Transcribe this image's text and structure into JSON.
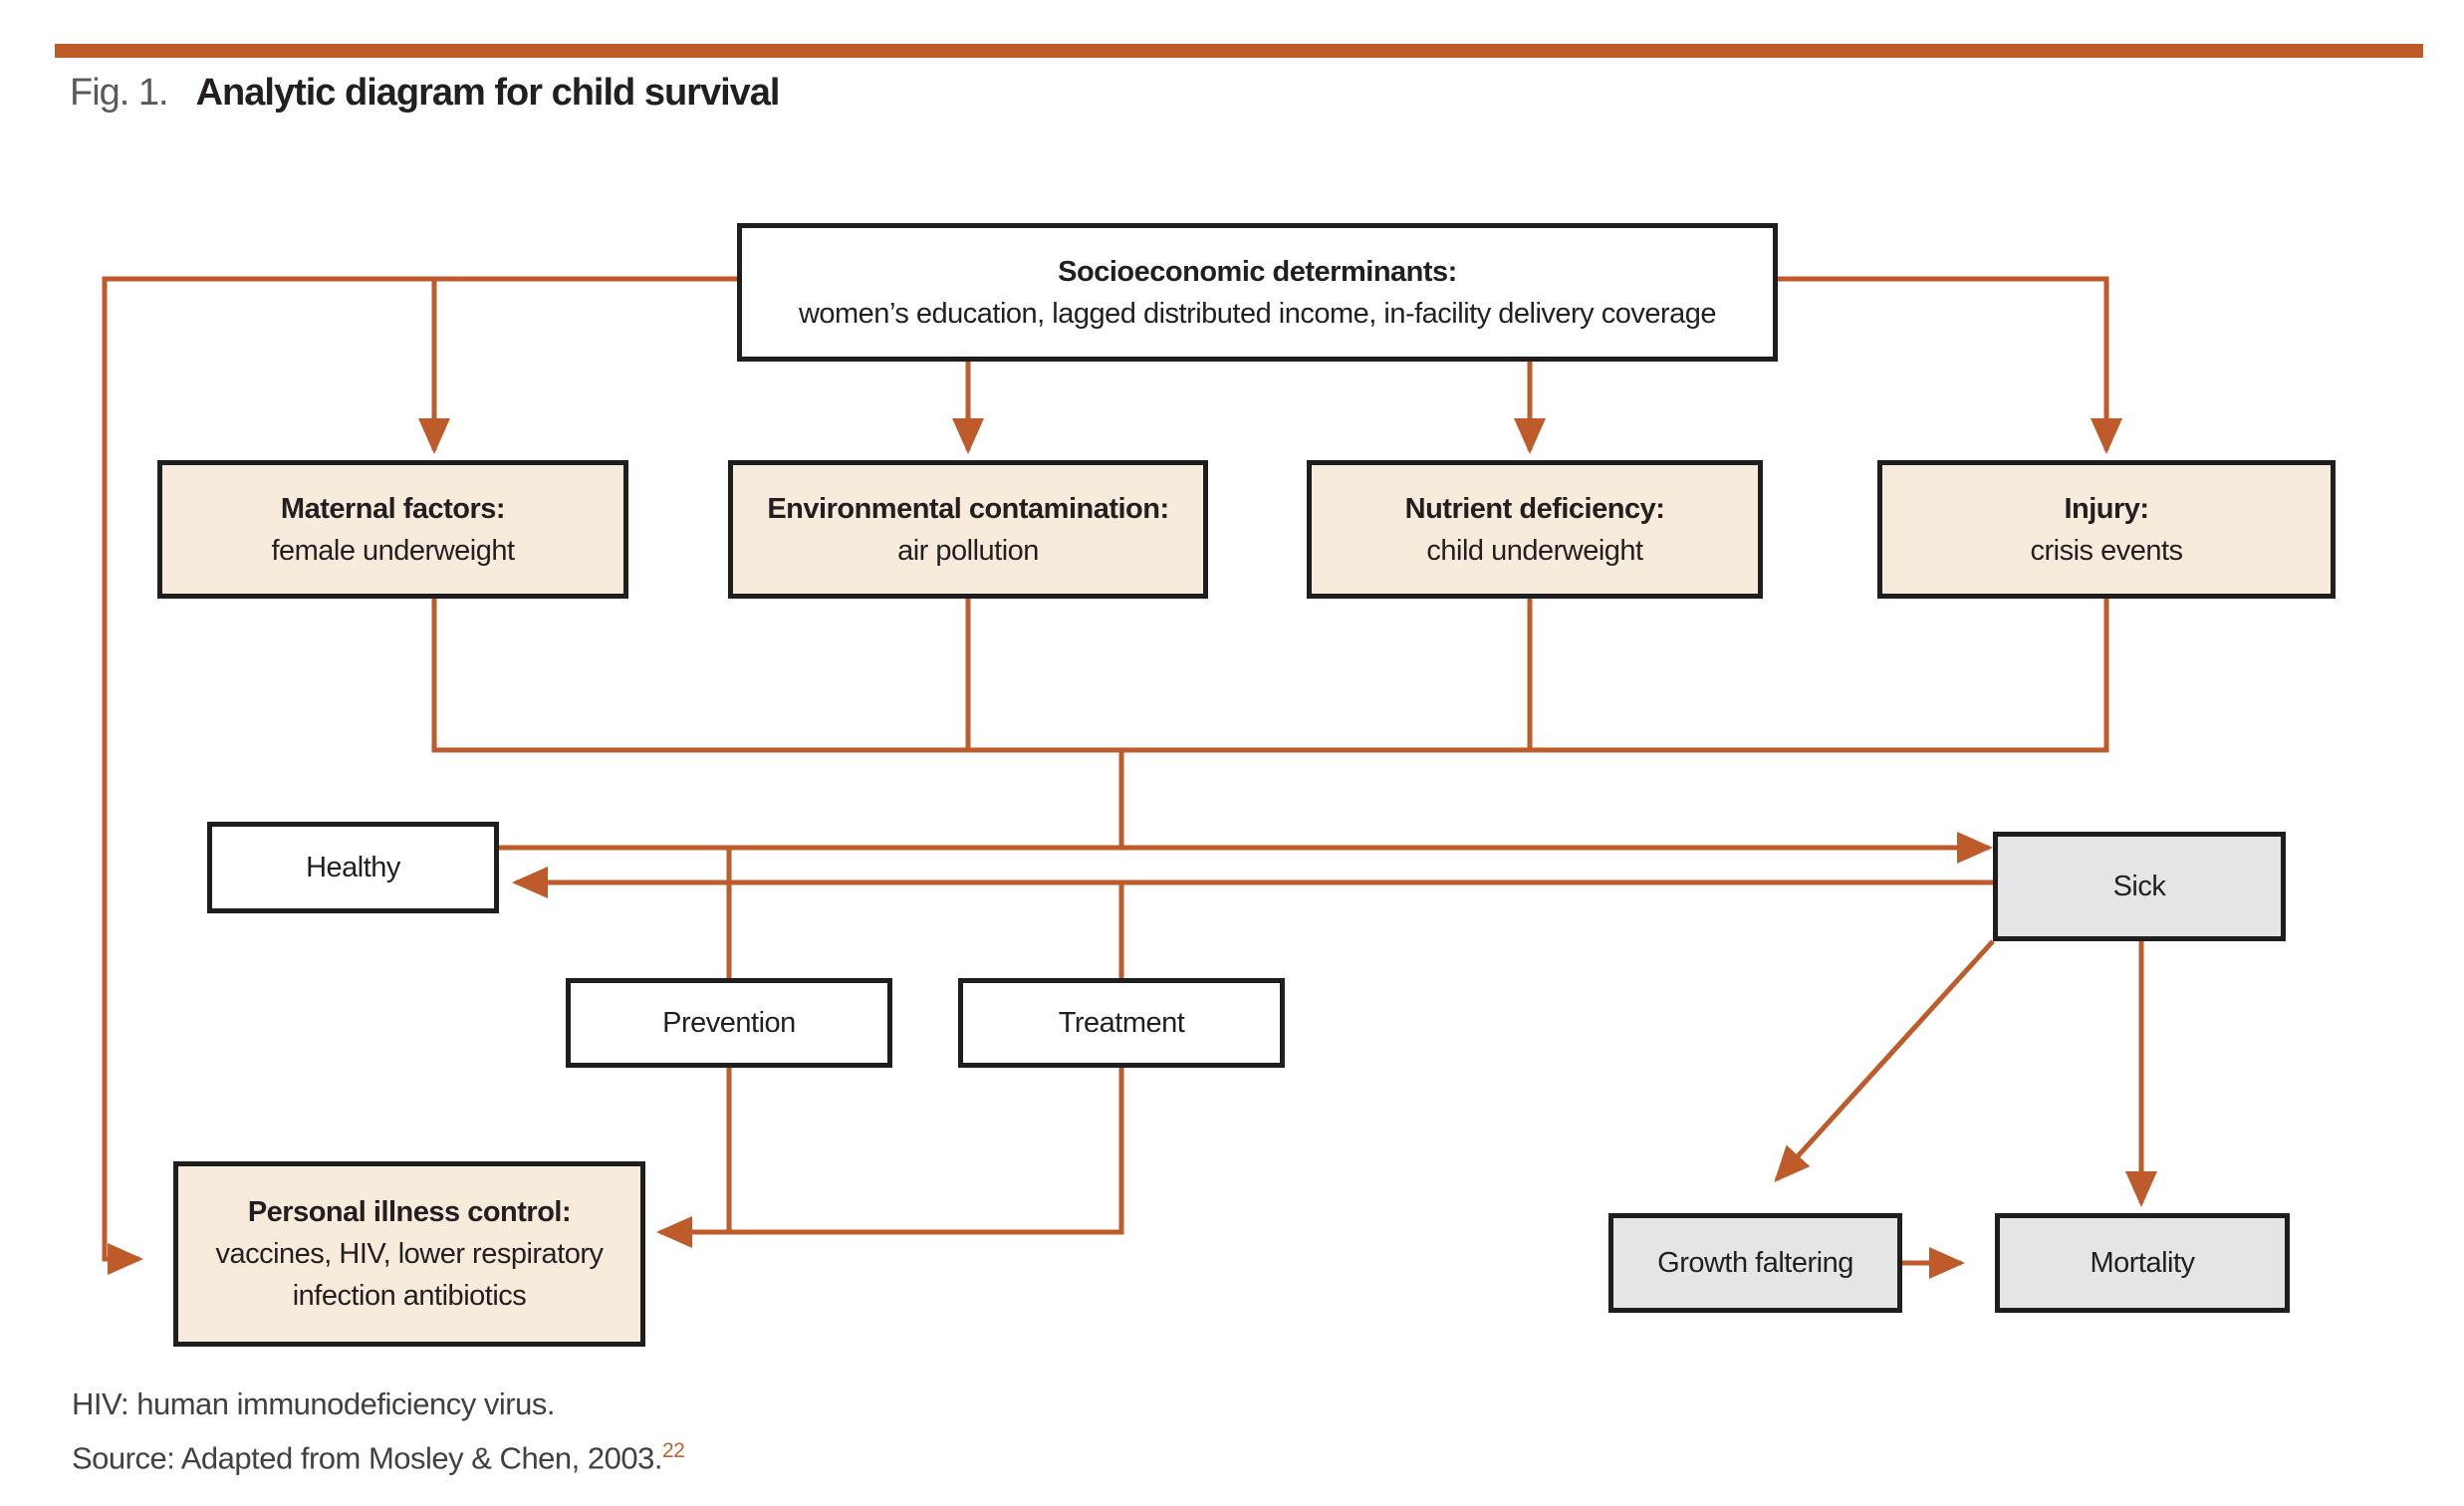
{
  "header": {
    "figure_label": "Fig. 1.",
    "figure_title": "Analytic diagram for child survival"
  },
  "nodes": {
    "socioeconomic": {
      "title": "Socioeconomic determinants:",
      "subtitle": "women’s education, lagged distributed income, in-facility delivery coverage"
    },
    "maternal": {
      "title": "Maternal factors:",
      "subtitle": "female underweight"
    },
    "environmental": {
      "title": "Environmental contamination:",
      "subtitle": "air pollution"
    },
    "nutrient": {
      "title": "Nutrient deficiency:",
      "subtitle": "child underweight"
    },
    "injury": {
      "title": "Injury:",
      "subtitle": "crisis events"
    },
    "healthy": {
      "title": "Healthy"
    },
    "sick": {
      "title": "Sick"
    },
    "prevention": {
      "title": "Prevention"
    },
    "treatment": {
      "title": "Treatment"
    },
    "personal": {
      "title": "Personal illness control:",
      "lines": [
        "vaccines, HIV, lower respiratory",
        "infection antibiotics"
      ]
    },
    "growth": {
      "title": "Growth faltering"
    },
    "mortality": {
      "title": "Mortality"
    }
  },
  "footnotes": {
    "line1": "HIV: human immunodeficiency virus.",
    "line2": "Source: Adapted from Mosley & Chen, 2003.",
    "reference_superscript": "22"
  },
  "colors": {
    "accent_orange": "#bf5b28",
    "connector_orange": "#bd5b2a",
    "box_beige": "#f7ebdc",
    "box_gray": "#e6e5e5",
    "border_black": "#1e1e1e",
    "text_black": "#231f20",
    "label_gray": "#58595b",
    "footnote_gray": "#414042"
  }
}
